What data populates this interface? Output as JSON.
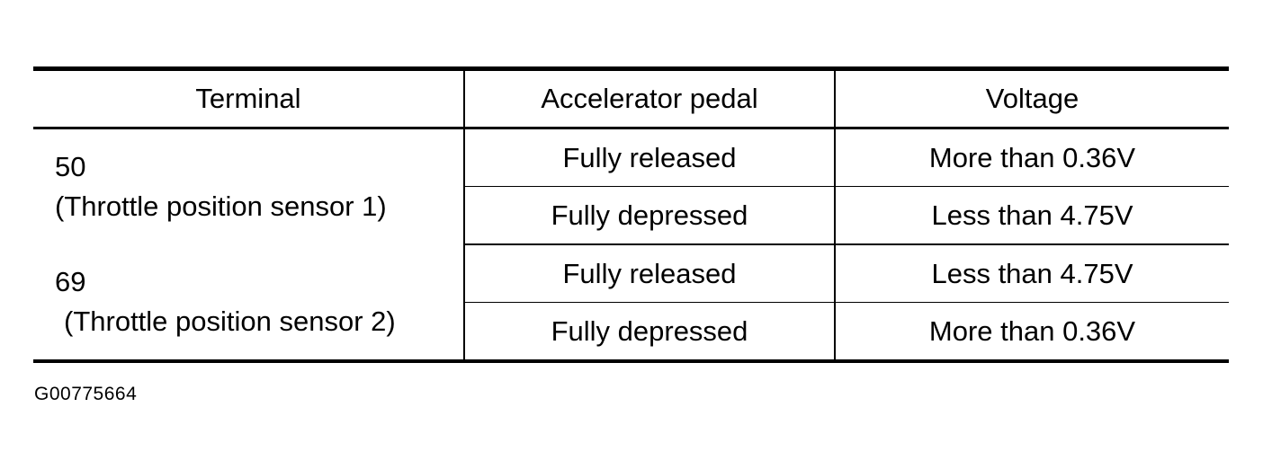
{
  "table": {
    "headers": [
      "Terminal",
      "Accelerator pedal",
      "Voltage"
    ],
    "groups": [
      {
        "terminal": "50",
        "description": "(Throttle position sensor 1)",
        "rows": [
          {
            "pedal": "Fully released",
            "voltage": "More than 0.36V"
          },
          {
            "pedal": "Fully depressed",
            "voltage": "Less than 4.75V"
          }
        ]
      },
      {
        "terminal": "69",
        "description": "(Throttle position sensor 2)",
        "rows": [
          {
            "pedal": "Fully released",
            "voltage": "Less than 4.75V"
          },
          {
            "pedal": "Fully depressed",
            "voltage": "More than 0.36V"
          }
        ]
      }
    ]
  },
  "figure_code": "G00775664"
}
